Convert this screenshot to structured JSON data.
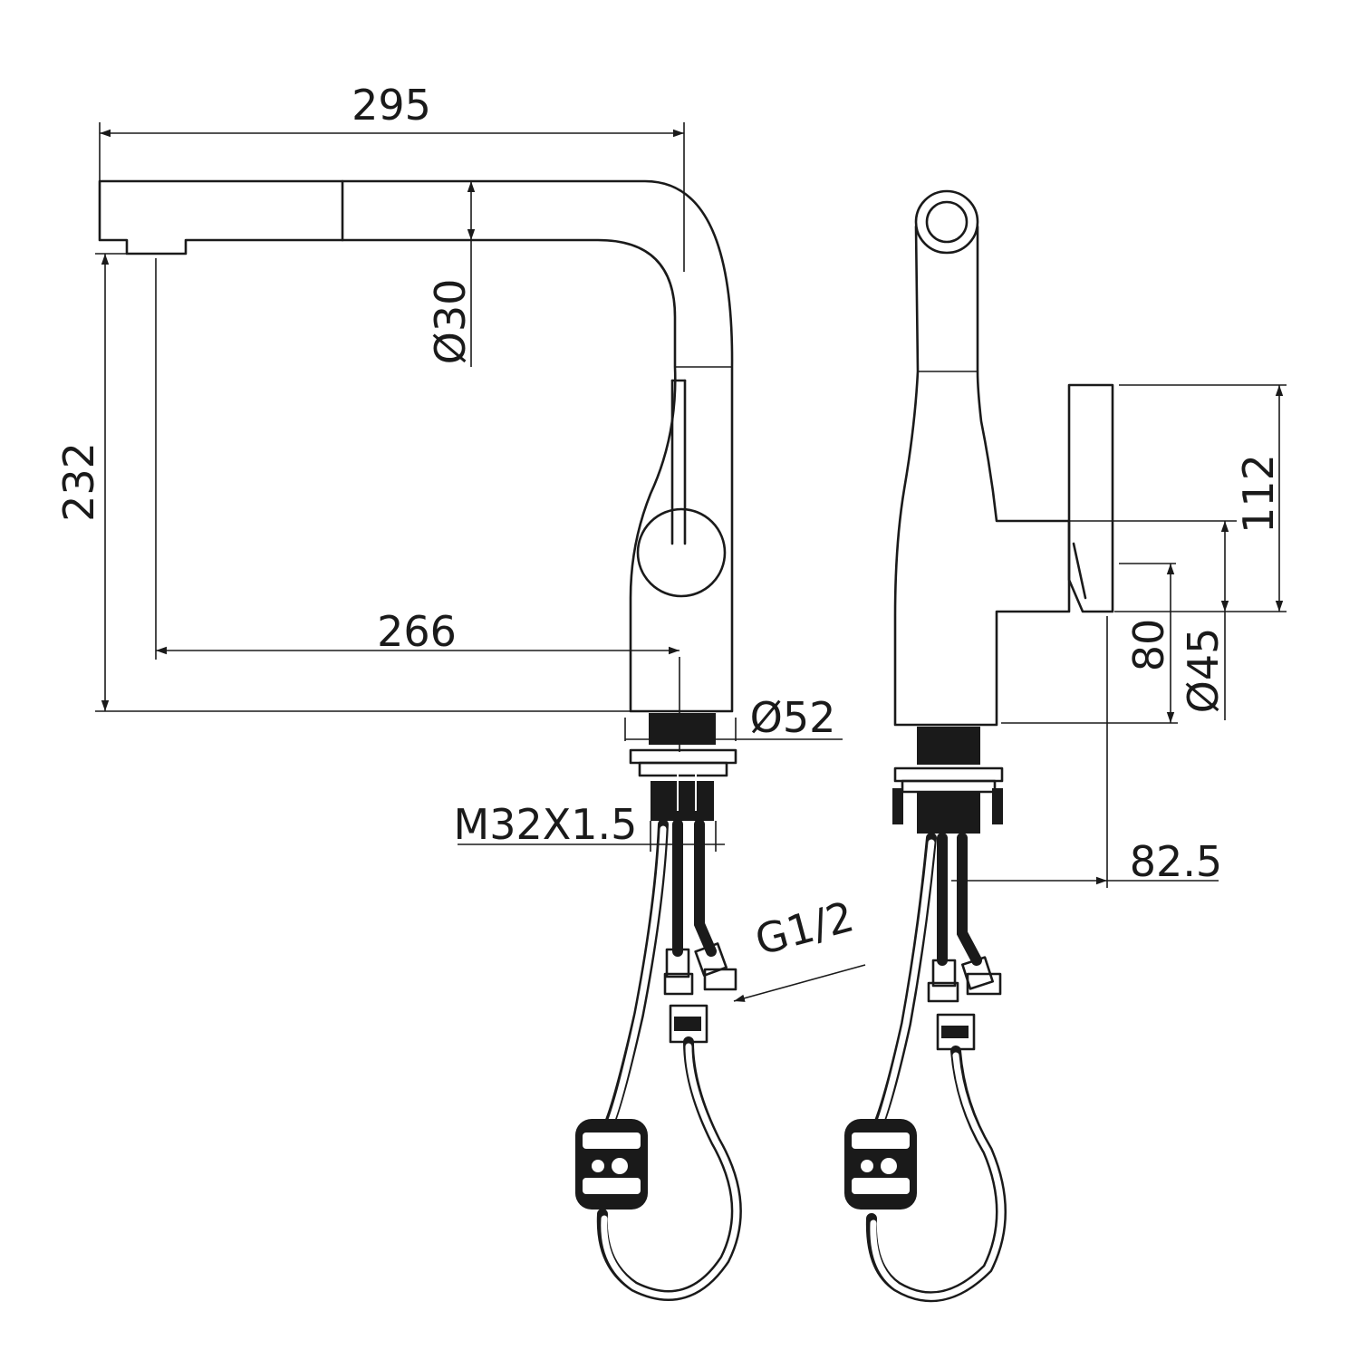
{
  "dimensions": {
    "overall_length": "295",
    "overall_height": "232",
    "spout_reach": "266",
    "spout_diameter": "Ø30",
    "base_diameter": "Ø52",
    "thread": "M32X1.5",
    "inlet": "G1/2",
    "handle_height": "112",
    "lever_height": "80",
    "body_diameter": "Ø45",
    "offset": "82.5"
  }
}
